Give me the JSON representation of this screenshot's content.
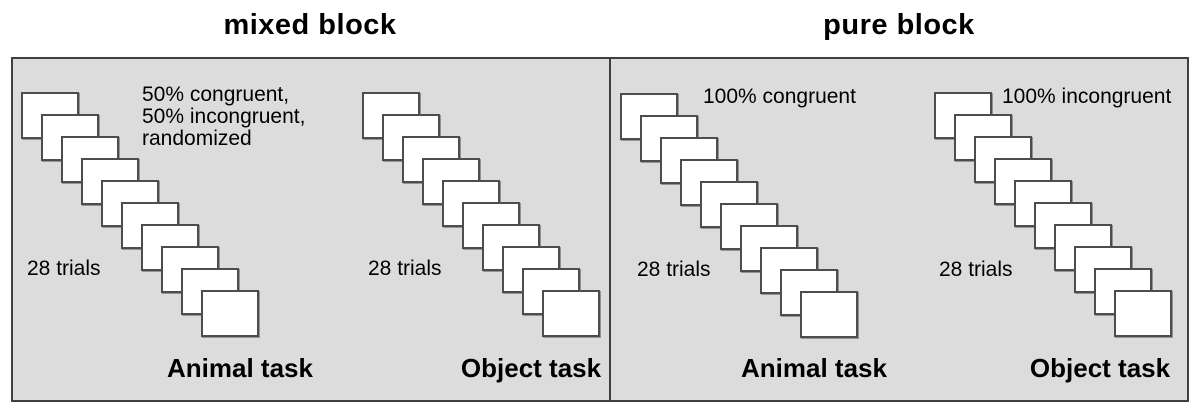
{
  "colors": {
    "panel_bg": "#dcdcdc",
    "line": "#3f3f3f",
    "card_border": "#4d4d4d",
    "card_fill": "#ffffff",
    "text": "#000000"
  },
  "cards_per_stack": 10,
  "blocks": [
    {
      "title": "mixed block",
      "stacks": [
        {
          "condition": "50% congruent,\n50% incongruent,\nrandomized",
          "trials": "28 trials",
          "task": "Animal task"
        },
        {
          "trials": "28 trials",
          "task": "Object task"
        }
      ]
    },
    {
      "title": "pure block",
      "stacks": [
        {
          "condition": "100% congruent",
          "trials": "28 trials",
          "task": "Animal task"
        },
        {
          "condition": "100% incongruent",
          "trials": "28 trials",
          "task": "Object task"
        }
      ]
    }
  ]
}
